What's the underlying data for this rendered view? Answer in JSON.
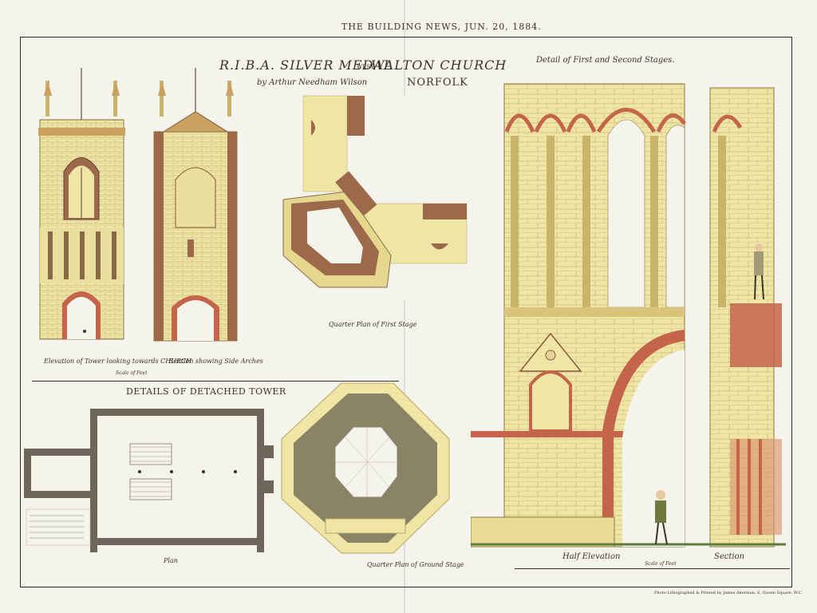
{
  "header": {
    "masthead": "THE BUILDING NEWS, JUN. 20, 1884."
  },
  "title": {
    "line1": "R.I.B.A. SILVER MEDAL",
    "small": "WEST",
    "line1b": "WALTON CHURCH",
    "author": "by Arthur Needham Wilson",
    "county": "NORFOLK"
  },
  "labels": {
    "elevation_tower": "Elevation of Tower looking towards CHURCH",
    "section_side": "Section showing Side Arches",
    "scale_left": "Scale of Feet",
    "details_detached": "DETAILS OF DETACHED TOWER",
    "plan": "Plan",
    "quarter_first": "Quarter Plan of First Stage",
    "quarter_ground": "Quarter Plan of Ground Stage",
    "detail_stages": "Detail of First and Second Stages.",
    "half_elevation": "Half Elevation",
    "section": "Section",
    "scale_right": "Scale of Feet",
    "imprint": "Photo-Lithographed & Printed by James Akerman, 6, Queen Square, W.C."
  },
  "colors": {
    "paper": "#f4f3ec",
    "stone": "#efe6a6",
    "stone_joint": "#b9a865",
    "cut": "#9c6a4a",
    "dark_fill": "#7f7a62",
    "arch_red": "#c4644a",
    "ink": "#3b3327"
  },
  "icons": [
    "figure-in-medieval-dress-icon",
    "figure-on-ledge-icon",
    "small-figure-icon"
  ]
}
